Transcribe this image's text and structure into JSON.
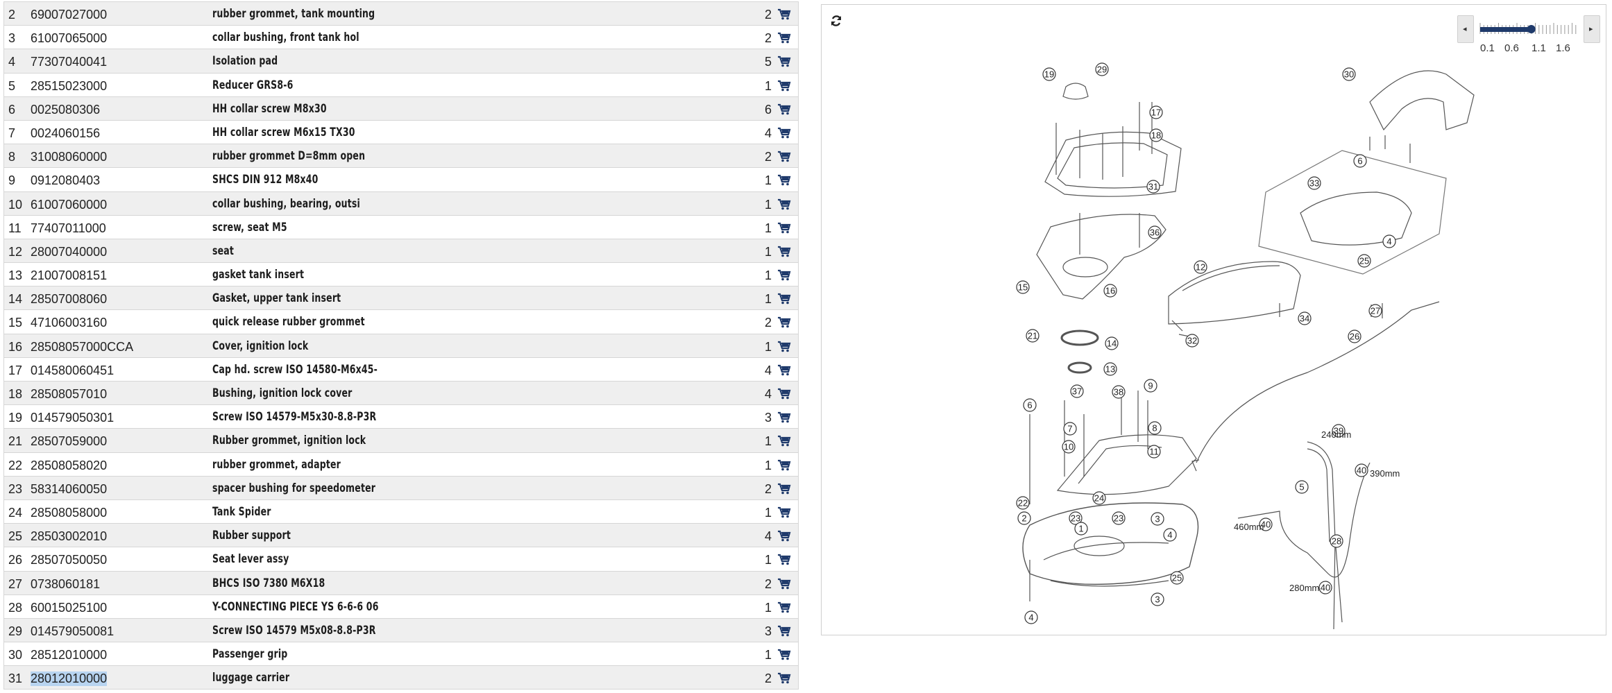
{
  "parts": [
    {
      "pos": "2",
      "part_no": "69007027000",
      "desc": "rubber grommet, tank mounting",
      "qty": "2"
    },
    {
      "pos": "3",
      "part_no": "61007065000",
      "desc": "collar bushing, front tank hol",
      "qty": "2"
    },
    {
      "pos": "4",
      "part_no": "77307040041",
      "desc": "Isolation pad",
      "qty": "5"
    },
    {
      "pos": "5",
      "part_no": "28515023000",
      "desc": "Reducer GRS8-6",
      "qty": "1"
    },
    {
      "pos": "6",
      "part_no": "0025080306",
      "desc": "HH collar screw M8x30",
      "qty": "6"
    },
    {
      "pos": "7",
      "part_no": "0024060156",
      "desc": "HH collar screw M6x15 TX30",
      "qty": "4"
    },
    {
      "pos": "8",
      "part_no": "31008060000",
      "desc": "rubber grommet D=8mm open",
      "qty": "2"
    },
    {
      "pos": "9",
      "part_no": "0912080403",
      "desc": "SHCS DIN 912 M8x40",
      "qty": "1"
    },
    {
      "pos": "10",
      "part_no": "61007060000",
      "desc": "collar bushing, bearing, outsi",
      "qty": "1"
    },
    {
      "pos": "11",
      "part_no": "77407011000",
      "desc": "screw, seat M5",
      "qty": "1"
    },
    {
      "pos": "12",
      "part_no": "28007040000",
      "desc": "seat",
      "qty": "1"
    },
    {
      "pos": "13",
      "part_no": "21007008151",
      "desc": "gasket tank insert",
      "qty": "1"
    },
    {
      "pos": "14",
      "part_no": "28507008060",
      "desc": "Gasket, upper tank insert",
      "qty": "1"
    },
    {
      "pos": "15",
      "part_no": "47106003160",
      "desc": "quick release rubber grommet",
      "qty": "2"
    },
    {
      "pos": "16",
      "part_no": "28508057000CCA",
      "desc": "Cover, ignition lock",
      "qty": "1"
    },
    {
      "pos": "17",
      "part_no": "014580060451",
      "desc": "Cap hd. screw ISO 14580-M6x45-",
      "qty": "4"
    },
    {
      "pos": "18",
      "part_no": "28508057010",
      "desc": "Bushing, ignition lock cover",
      "qty": "4"
    },
    {
      "pos": "19",
      "part_no": "014579050301",
      "desc": "Screw ISO 14579-M5x30-8.8-P3R",
      "qty": "3"
    },
    {
      "pos": "21",
      "part_no": "28507059000",
      "desc": "Rubber grommet, ignition lock",
      "qty": "1"
    },
    {
      "pos": "22",
      "part_no": "28508058020",
      "desc": "rubber grommet, adapter",
      "qty": "1"
    },
    {
      "pos": "23",
      "part_no": "58314060050",
      "desc": "spacer bushing for speedometer",
      "qty": "2"
    },
    {
      "pos": "24",
      "part_no": "28508058000",
      "desc": "Tank Spider",
      "qty": "1"
    },
    {
      "pos": "25",
      "part_no": "28503002010",
      "desc": "Rubber support",
      "qty": "4"
    },
    {
      "pos": "26",
      "part_no": "28507050050",
      "desc": "Seat lever assy",
      "qty": "1"
    },
    {
      "pos": "27",
      "part_no": "0738060181",
      "desc": "BHCS ISO 7380 M6X18",
      "qty": "2"
    },
    {
      "pos": "28",
      "part_no": "60015025100",
      "desc": "Y-CONNECTING PIECE YS 6-6-6 06",
      "qty": "1"
    },
    {
      "pos": "29",
      "part_no": "014579050081",
      "desc": "Screw ISO 14579 M5x08-8.8-P3R",
      "qty": "3"
    },
    {
      "pos": "30",
      "part_no": "28512010000",
      "desc": "Passenger grip",
      "qty": "1"
    },
    {
      "pos": "31",
      "part_no": "28012010000",
      "desc": "luggage carrier",
      "qty": "2"
    }
  ],
  "cart_icon": "shopping-cart-icon",
  "accent_color": "#1f3a6b",
  "viewer": {
    "refresh_icon": "refresh-icon",
    "zoom": {
      "ticks": [
        "0.1",
        "0.6",
        "1.1",
        "1.6"
      ],
      "level": "1.1",
      "left_arrow": "◂",
      "right_arrow": "▸"
    },
    "callouts": [
      "19",
      "29",
      "17",
      "18",
      "30",
      "6",
      "31",
      "33",
      "36",
      "4",
      "25",
      "12",
      "15",
      "16",
      "34",
      "21",
      "32",
      "14",
      "27",
      "26",
      "13",
      "37",
      "38",
      "9",
      "6",
      "7",
      "10",
      "8",
      "11",
      "39",
      "40",
      "22",
      "24",
      "23",
      "23",
      "5",
      "2",
      "3",
      "4",
      "1",
      "28",
      "25",
      "3",
      "4",
      "40",
      "40"
    ],
    "hose_lengths": [
      "240mm",
      "390mm",
      "460mm",
      "280mm"
    ]
  }
}
